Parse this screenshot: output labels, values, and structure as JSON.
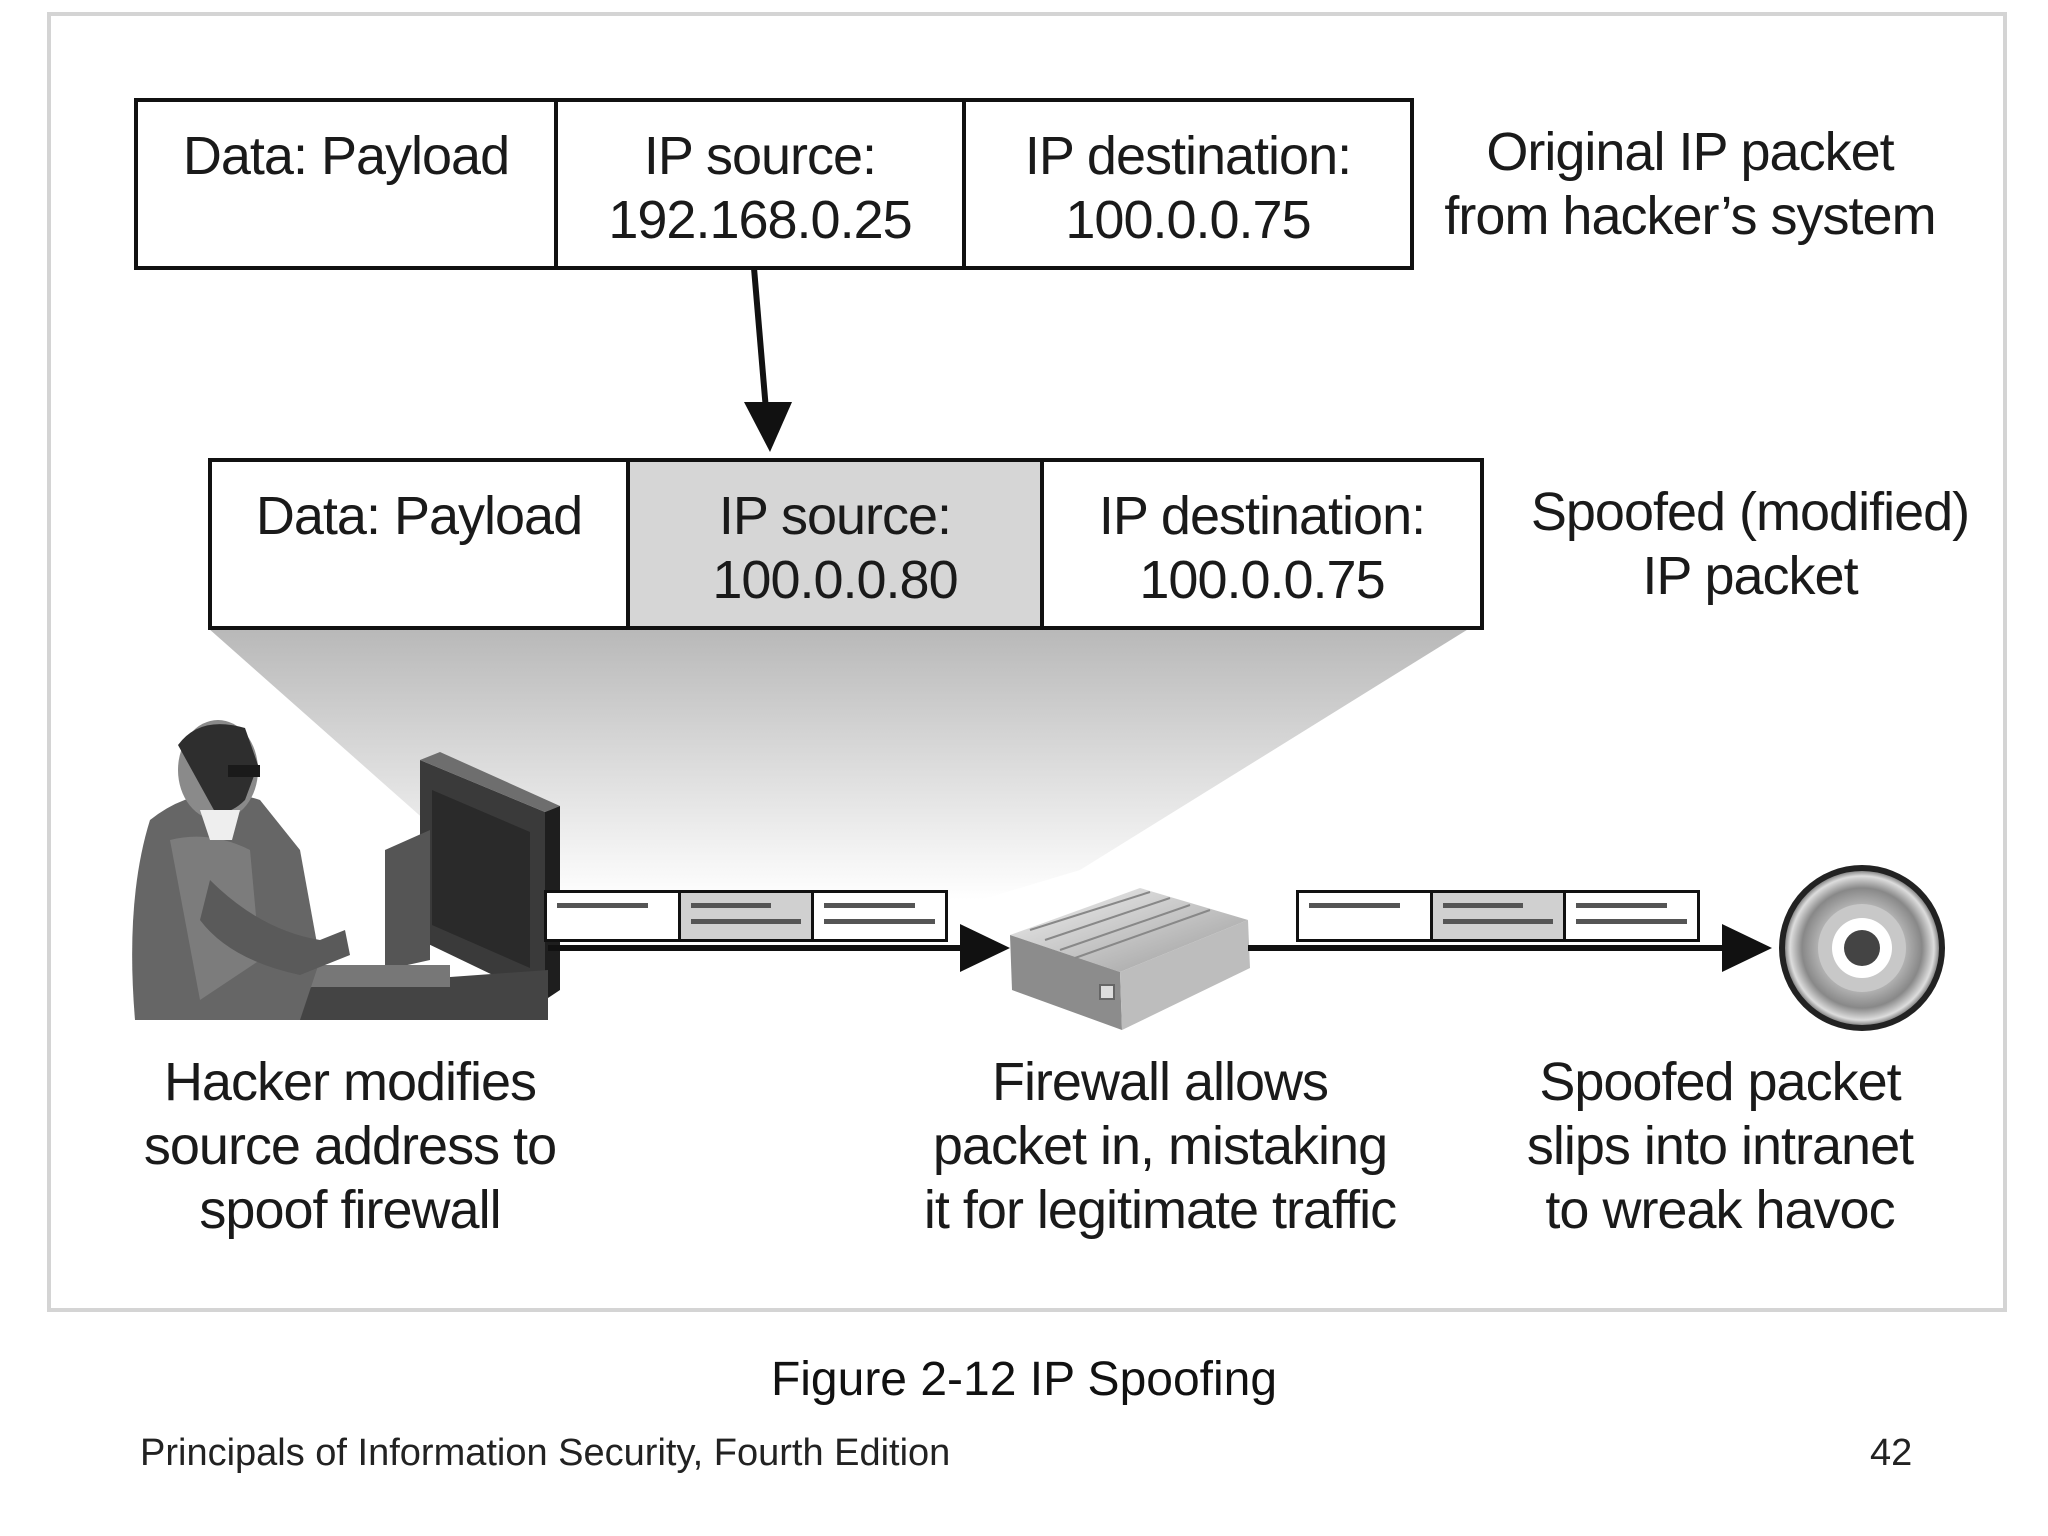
{
  "original_packet": {
    "cells": [
      {
        "line1": "Data: Payload",
        "line2": ""
      },
      {
        "line1": "IP source:",
        "line2": "192.168.0.25"
      },
      {
        "line1": "IP destination:",
        "line2": "100.0.0.75"
      }
    ],
    "caption_line1": "Original IP packet",
    "caption_line2": "from hacker’s system"
  },
  "spoofed_packet": {
    "cells": [
      {
        "line1": "Data: Payload",
        "line2": ""
      },
      {
        "line1": "IP source:",
        "line2": "100.0.0.80"
      },
      {
        "line1": "IP destination:",
        "line2": "100.0.0.75"
      }
    ],
    "caption_line1": "Spoofed (modified)",
    "caption_line2": "IP packet"
  },
  "captions": {
    "hacker": [
      "Hacker modifies",
      "source address to",
      "spoof firewall"
    ],
    "firewall": [
      "Firewall allows",
      "packet in, mistaking",
      "it for legitimate traffic"
    ],
    "target": [
      "Spoofed packet",
      "slips into intranet",
      "to wreak havoc"
    ]
  },
  "figure_title": "Figure 2-12 IP Spoofing",
  "footer": {
    "book": "Principals of Information Security, Fourth Edition",
    "page": "42"
  },
  "icons": [
    "hacker-at-computer-icon",
    "firewall-device-icon",
    "target-bullseye-icon",
    "arrow-icon"
  ]
}
